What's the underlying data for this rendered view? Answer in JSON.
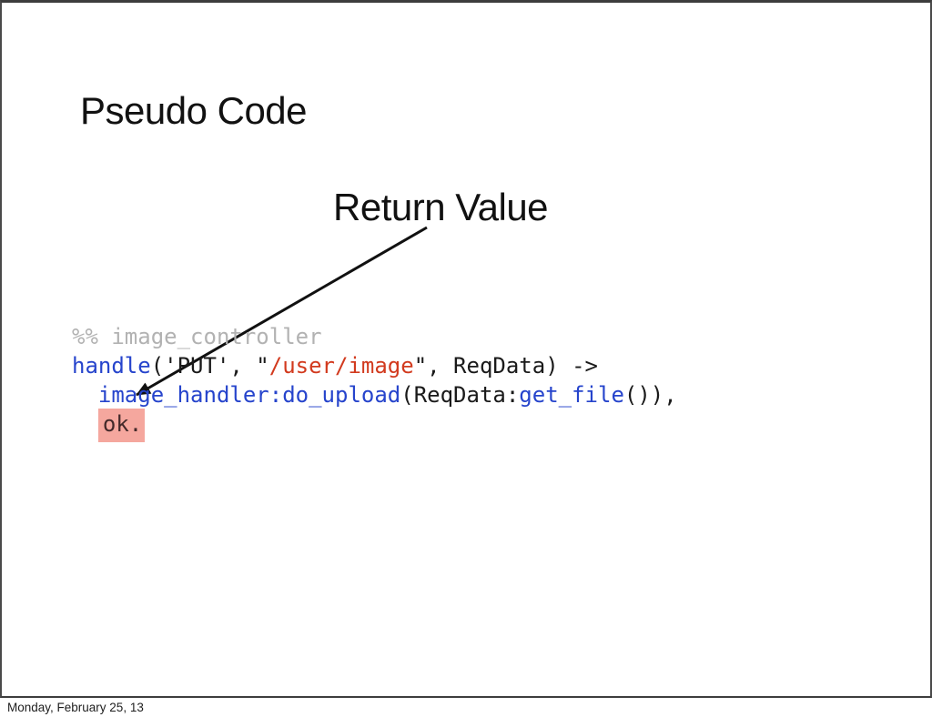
{
  "slide": {
    "title": "Pseudo Code",
    "annotation": "Return Value",
    "code": {
      "lines": [
        {
          "segments": [
            {
              "t": "%% image_controller",
              "c": "comment"
            }
          ]
        },
        {
          "segments": [
            {
              "t": "handle",
              "c": "fn"
            },
            {
              "t": "('PUT', \"",
              "c": "plain"
            },
            {
              "t": "/user/image",
              "c": "string"
            },
            {
              "t": "\", ReqData) ->",
              "c": "plain"
            }
          ]
        },
        {
          "segments": [
            {
              "t": "  ",
              "c": "plain"
            },
            {
              "t": "image_handler:do_upload",
              "c": "fn"
            },
            {
              "t": "(ReqData:",
              "c": "plain"
            },
            {
              "t": "get_file",
              "c": "fn"
            },
            {
              "t": "()),",
              "c": "plain"
            }
          ]
        },
        {
          "segments": [
            {
              "t": "  ",
              "c": "plain"
            },
            {
              "t": "ok.",
              "c": "highlight"
            }
          ]
        }
      ]
    },
    "colors": {
      "fn": "#2644cc",
      "string": "#d23a1e",
      "comment": "#b2b2b2",
      "plain": "#1a1a1a",
      "highlight_bg": "#f5a79e",
      "highlight_text": "#43292a",
      "arrow": "#111111",
      "frame": "#3d3d3d"
    }
  },
  "footer": {
    "date_label": "Monday, February 25, 13"
  }
}
